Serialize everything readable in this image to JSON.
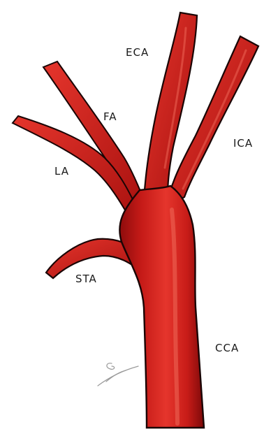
{
  "labels": {
    "eca": "ECA",
    "fa": "FA",
    "ica": "ICA",
    "la": "LA",
    "sta": "STA",
    "cca": "CCA"
  },
  "colors": {
    "vessel": "#d8231f",
    "vessel_dark": "#8e0c0c",
    "outline": "#1a0505",
    "highlight": "#ef6a5a",
    "background": "#ffffff",
    "label_text": "#1a1a1a"
  }
}
